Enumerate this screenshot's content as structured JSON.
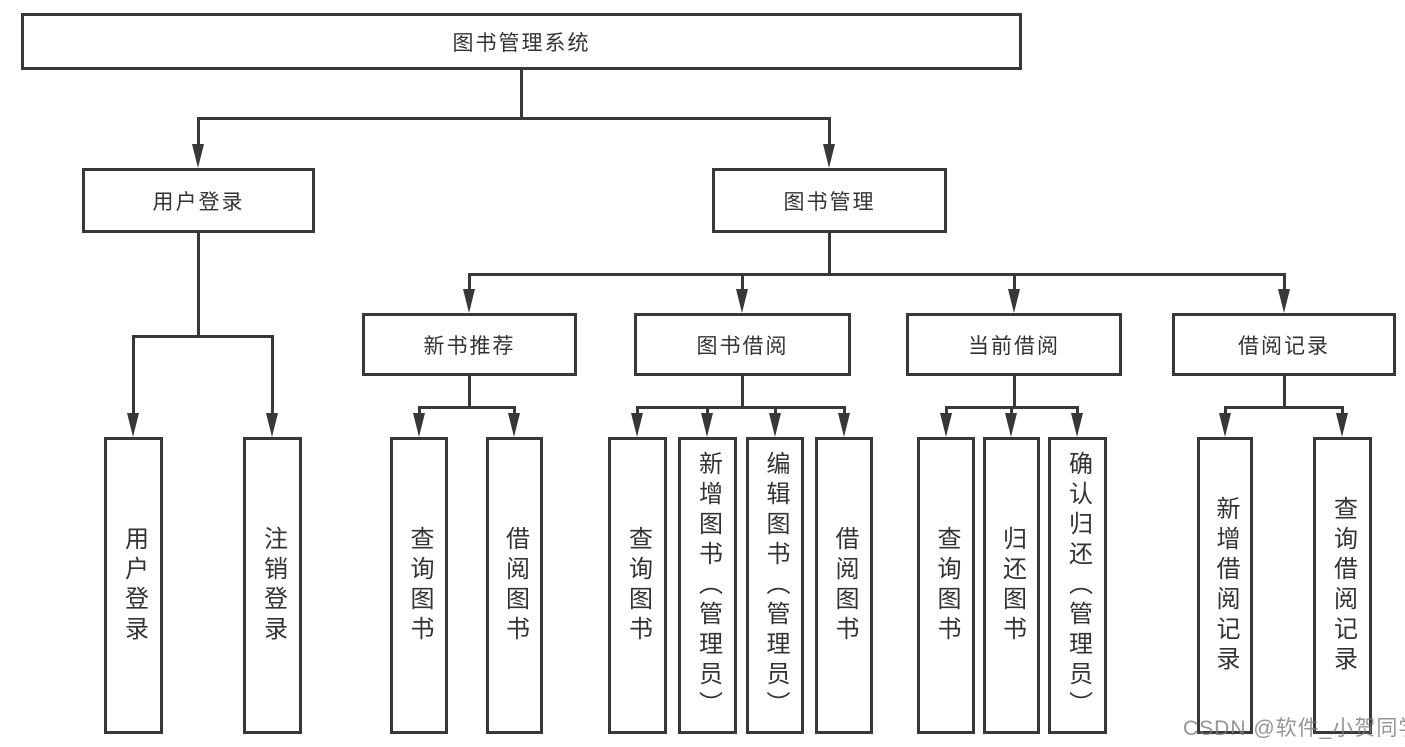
{
  "tree": {
    "label": "图书管理系统",
    "children": [
      {
        "label": "用户登录",
        "children": [
          {
            "label": "用户登录"
          },
          {
            "label": "注销登录"
          }
        ]
      },
      {
        "label": "图书管理",
        "children": [
          {
            "label": "新书推荐",
            "children": [
              {
                "label": "查询图书"
              },
              {
                "label": "借阅图书"
              }
            ]
          },
          {
            "label": "图书借阅",
            "children": [
              {
                "label": "查询图书"
              },
              {
                "label": "新增图书（管理员）"
              },
              {
                "label": "编辑图书（管理员）"
              },
              {
                "label": "借阅图书"
              }
            ]
          },
          {
            "label": "当前借阅",
            "children": [
              {
                "label": "查询图书"
              },
              {
                "label": "归还图书"
              },
              {
                "label": "确认归还（管理员）"
              }
            ]
          },
          {
            "label": "借阅记录",
            "children": [
              {
                "label": "新增借阅记录"
              },
              {
                "label": "查询借阅记录"
              }
            ]
          }
        ]
      }
    ]
  },
  "watermark": {
    "text": "CSDN @软件_小贺同学"
  },
  "colors": {
    "line": "#383838",
    "text": "#333333",
    "watermark": "#7a7a7a",
    "background": "#ffffff"
  }
}
